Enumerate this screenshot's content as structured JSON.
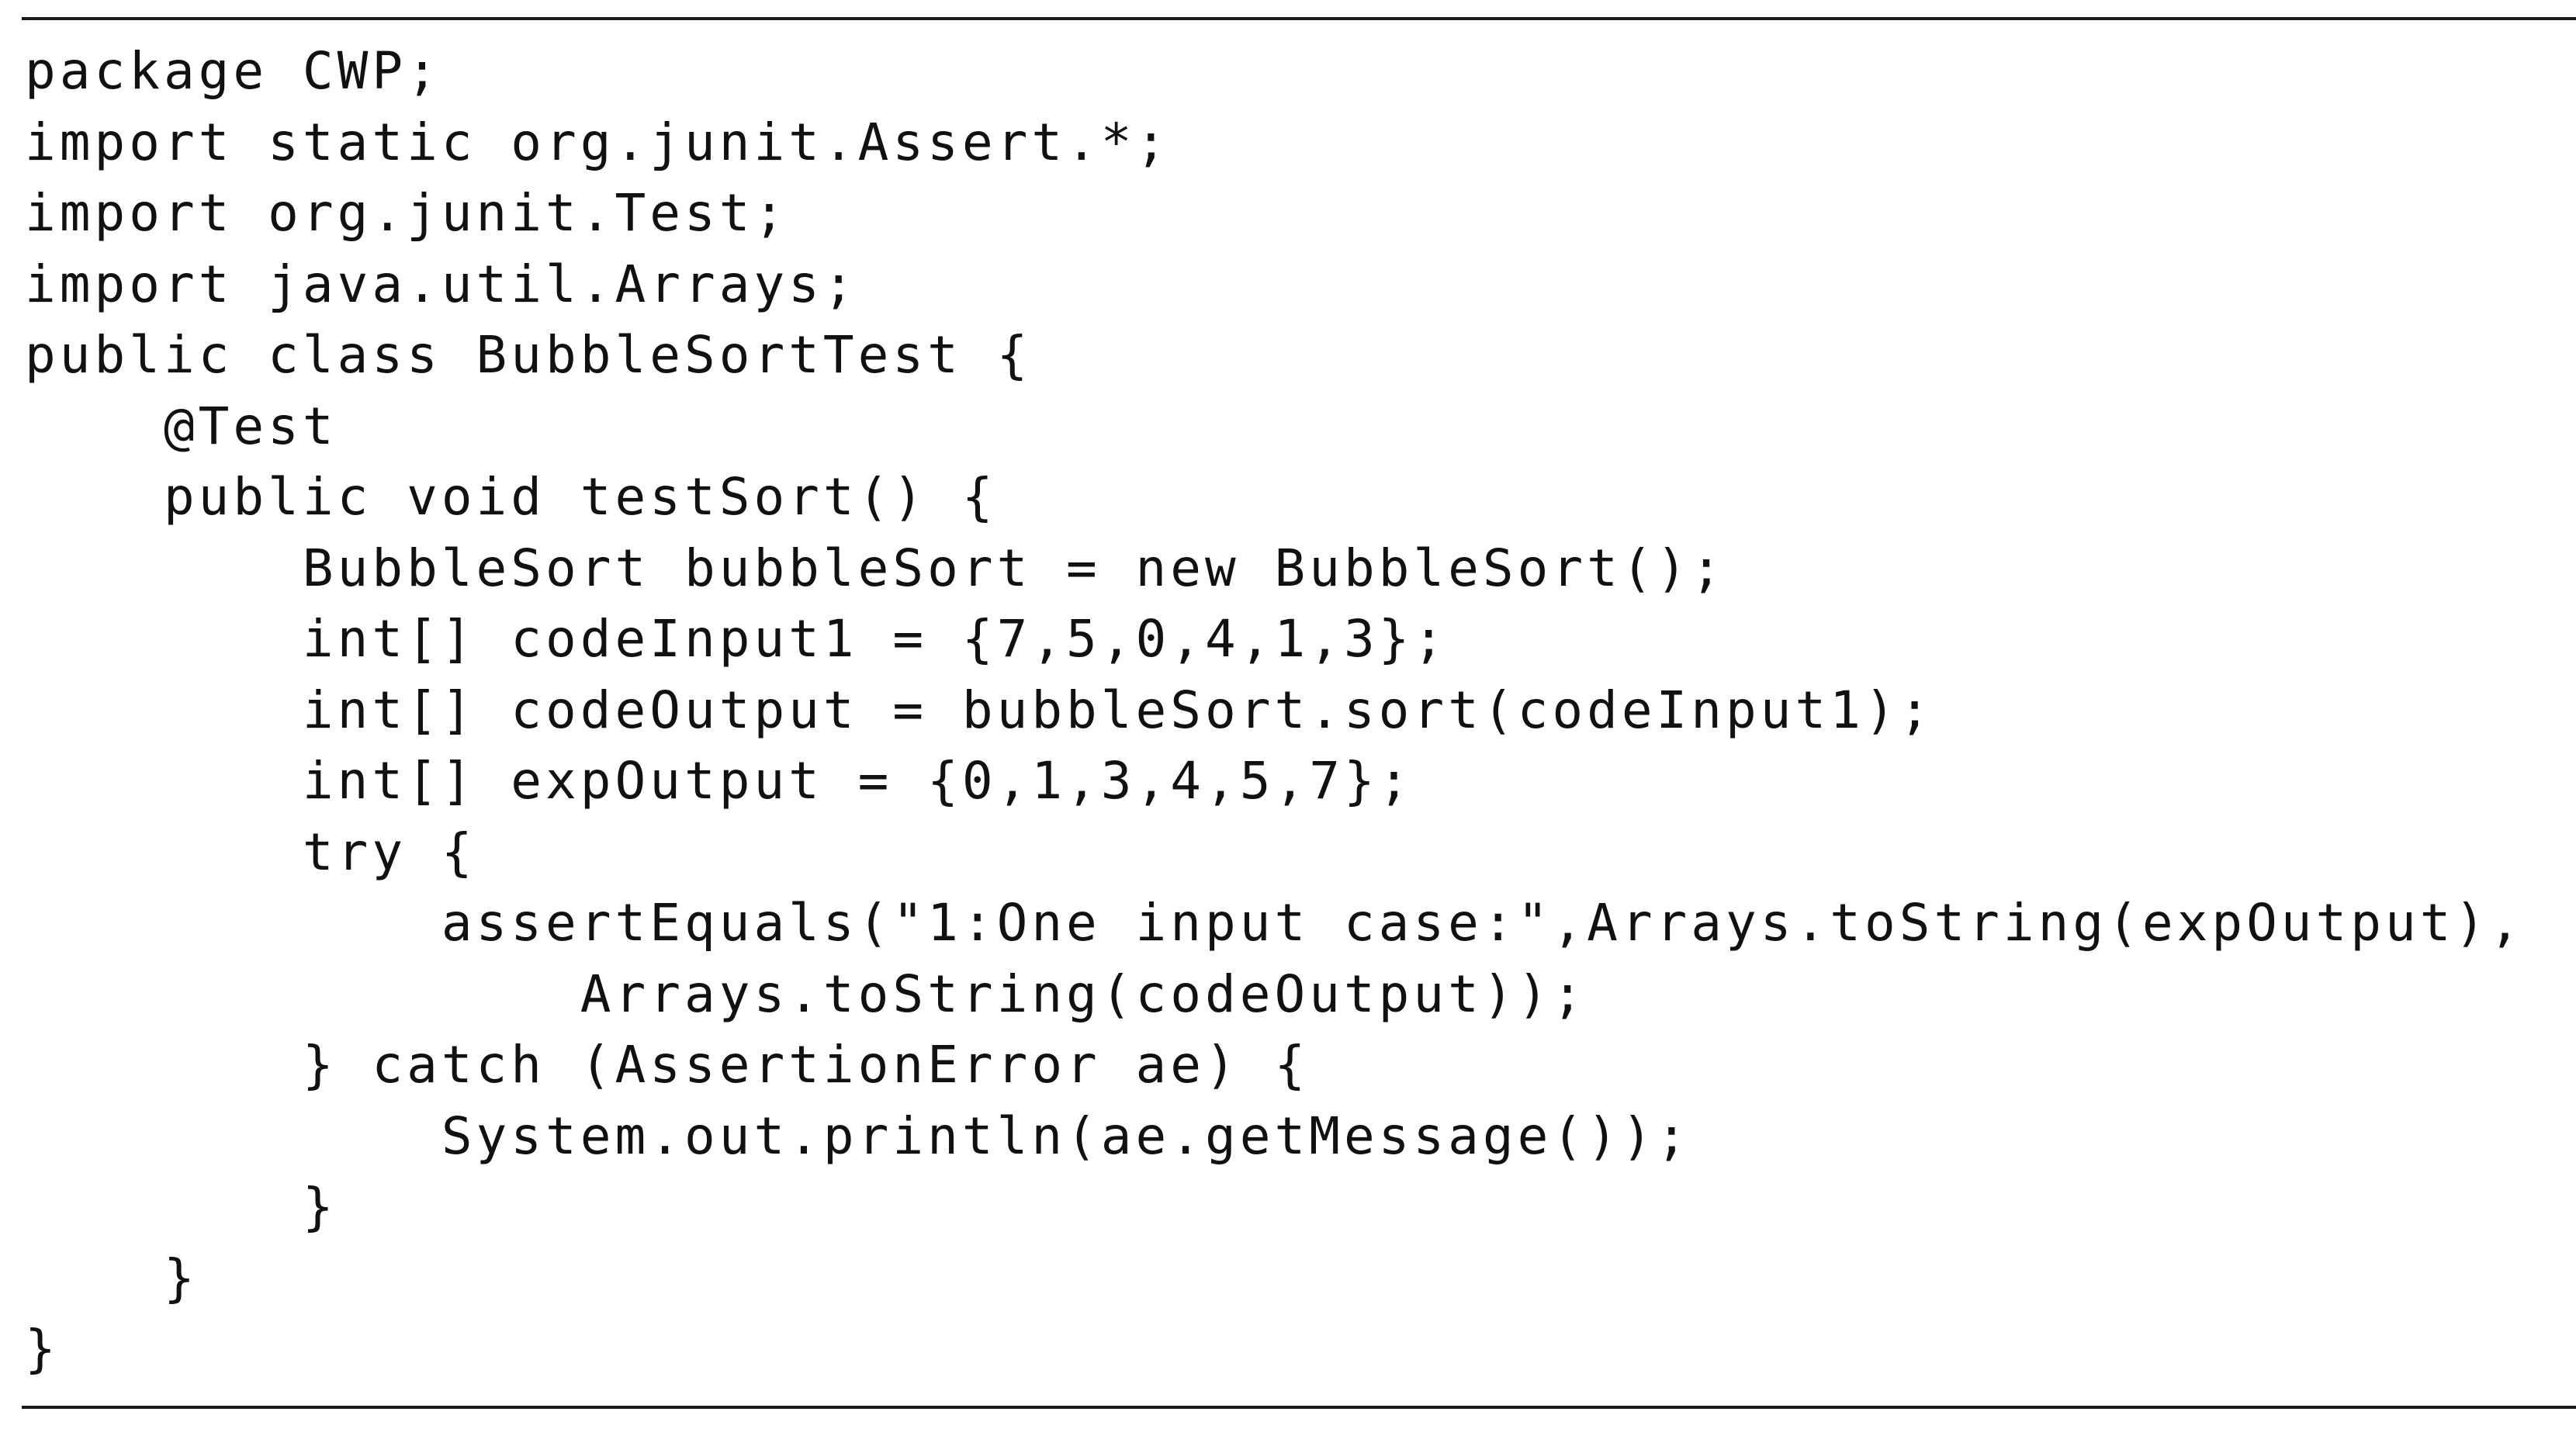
{
  "document": {
    "language": "java",
    "lines": [
      "package CWP;",
      "import static org.junit.Assert.*;",
      "import org.junit.Test;",
      "import java.util.Arrays;",
      "public class BubbleSortTest {",
      "    @Test",
      "    public void testSort() {",
      "        BubbleSort bubbleSort = new BubbleSort();",
      "        int[] codeInput1 = {7,5,0,4,1,3};",
      "        int[] codeOutput = bubbleSort.sort(codeInput1);",
      "        int[] expOutput = {0,1,3,4,5,7};",
      "        try {",
      "            assertEquals(\"1:One input case:\",Arrays.toString(expOutput),",
      "                Arrays.toString(codeOutput));",
      "        } catch (AssertionError ae) {",
      "            System.out.println(ae.getMessage());",
      "        }",
      "    }",
      "}"
    ]
  }
}
